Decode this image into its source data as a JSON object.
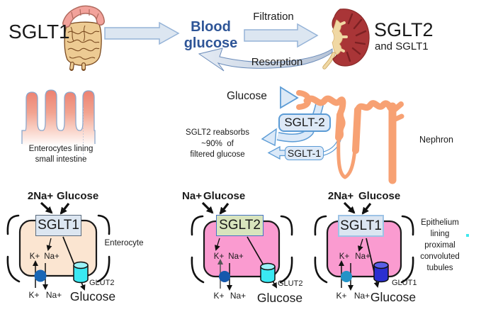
{
  "top": {
    "sglt1_label": "SGLT1",
    "blood_glucose": "Blood\nglucose",
    "filtration": "Filtration",
    "resorption": "Resorption",
    "sglt2_label": "SGLT2",
    "and_sglt1": "and SGLT1"
  },
  "middle": {
    "enterocytes_caption": "Enterocytes lining\nsmall intestine",
    "glucose": "Glucose",
    "sglt2_box": "SGLT-2",
    "sglt1_box": "SGLT-1",
    "reabsorbs_note": "SGLT2 reabsorbs\n~90%  of\nfiltered glucose",
    "nephron_label": "Nephron"
  },
  "cells": [
    {
      "ions": "2Na+",
      "glucose_in": "Glucose",
      "transporter": "SGLT1",
      "k_in": "K+",
      "na_in": "Na+",
      "k_out": "K+",
      "na_out": "Na+",
      "glut": "GLUT2",
      "glucose_out": "Glucose",
      "side_label": "Enterocyte"
    },
    {
      "ions": "Na+",
      "glucose_in": "Glucose",
      "transporter": "SGLT2",
      "k_in": "K+",
      "na_in": "Na+",
      "k_out": "K+",
      "na_out": "Na+",
      "glut": "GLUT2",
      "glucose_out": "Glucose",
      "side_label": ""
    },
    {
      "ions": "2Na+",
      "glucose_in": "Glucose",
      "transporter": "SGLT1",
      "k_in": "K+",
      "na_in": "Na+",
      "k_out": "K+",
      "na_out": "Na+",
      "glut": "GLUT1",
      "glucose_out": "Glucose",
      "side_label": "Epithelium\nlining\nproximal\nconvoluted\ntubules"
    }
  ],
  "colors": {
    "blood_glucose_text": "#2E5597",
    "block_arrow_fill": "#DCE6F1",
    "block_arrow_stroke": "#95B3D7",
    "mid_box_fill": "#DDE9F7",
    "mid_box_border": "#5B9BD5",
    "nephron_orange": "#F7A173",
    "cell_beige": "#FBE5D1",
    "cell_pink": "#FA9BD0",
    "sglt2_box_green": "#D8E4BD",
    "glut2_cyan": "#3AE8F2",
    "glut1_blue": "#2B2FD1",
    "pump_blue": "#1A67B6",
    "villi_salmon": "#EC8070",
    "kidney_red": "#A93537"
  }
}
